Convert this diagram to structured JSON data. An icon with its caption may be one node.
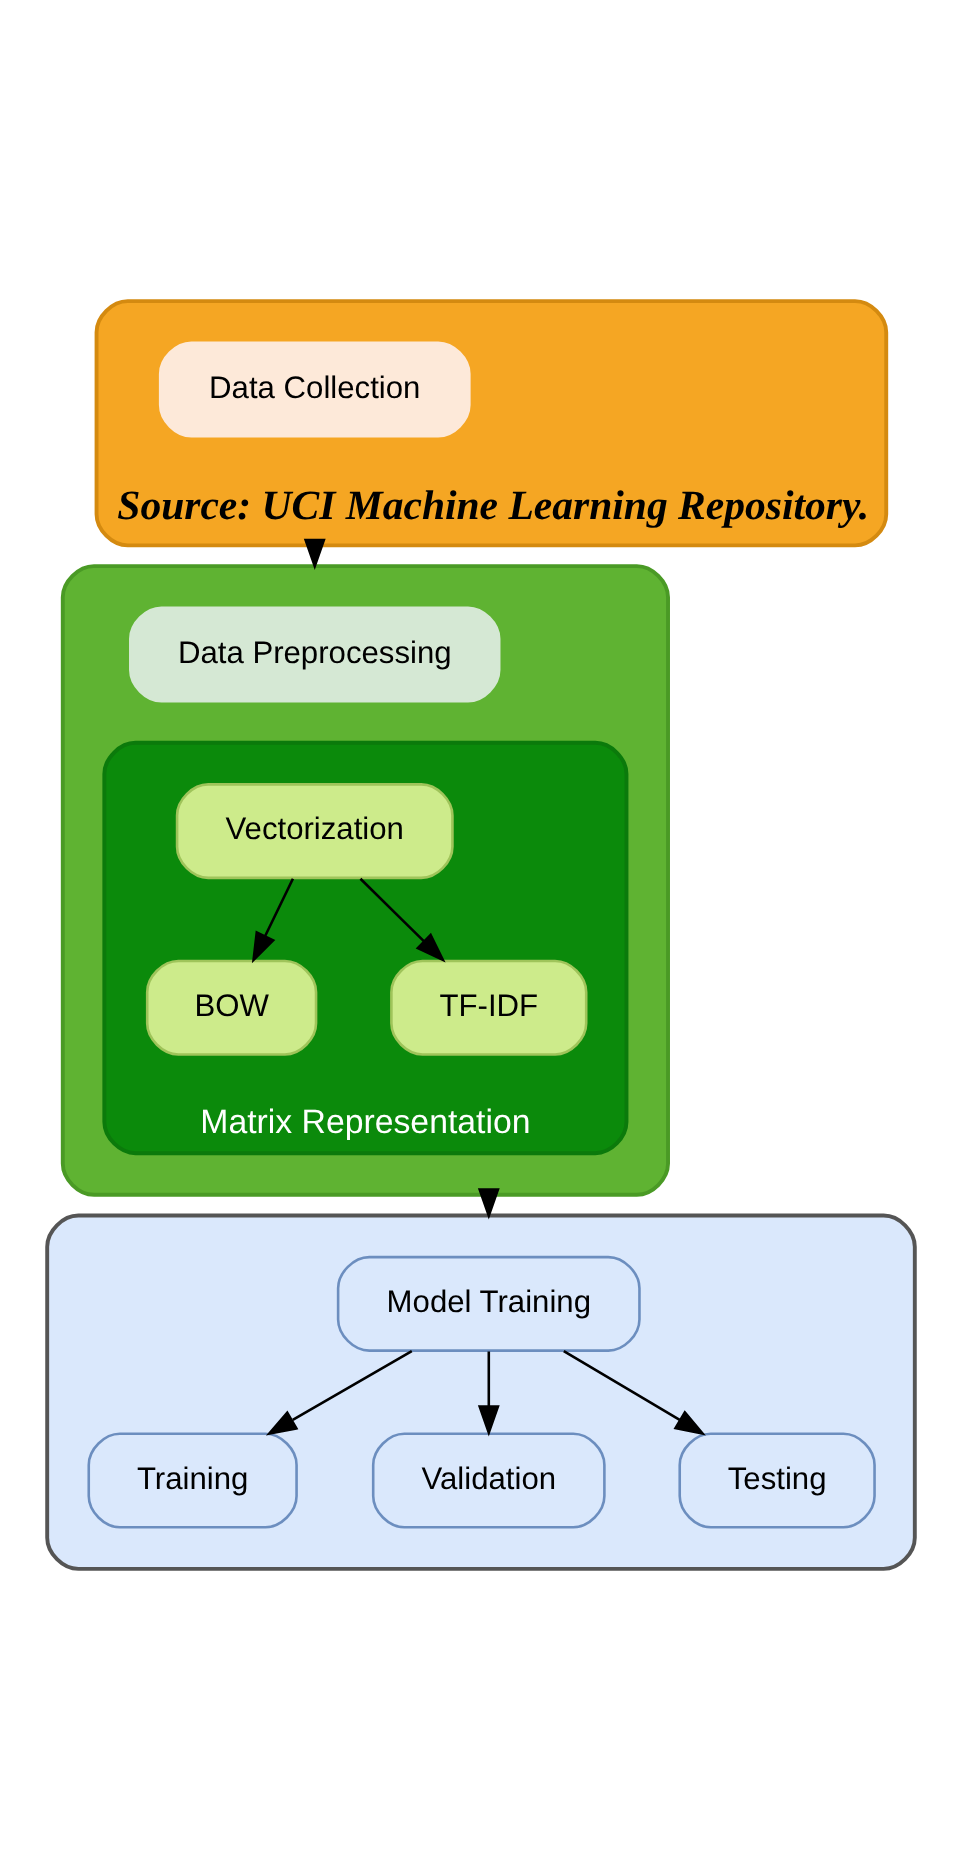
{
  "diagram": {
    "nodes": [
      {
        "text": [
          "Source: UCI Machine Learning Repository."
        ]
      },
      {
        "text": [
          "Data Collection"
        ],
        "in": 0
      },
      {
        "text": [],
        "shape": "box"
      },
      {
        "text": [
          "Data Preprocessing"
        ],
        "in": 2
      },
      {
        "text": [
          "Matrix Representation"
        ],
        "in": 2
      },
      {
        "text": [
          "Vectorization"
        ],
        "in": 4
      },
      {
        "text": [
          "BOW"
        ],
        "in": 4
      },
      {
        "text": [
          "TF-IDF"
        ],
        "in": 4
      },
      {
        "text": [],
        "shape": "box"
      },
      {
        "text": [
          "Model Training"
        ],
        "in": 8
      },
      {
        "text": [
          "Training"
        ],
        "in": 8
      },
      {
        "text": [
          "Validation"
        ],
        "in": 8
      },
      {
        "text": [
          "Testing"
        ],
        "in": 8
      }
    ],
    "edges": [
      {
        "from": 0,
        "to": 2,
        "arrow": "to"
      },
      {
        "from": 5,
        "to": 6,
        "arrow": "to"
      },
      {
        "from": 5,
        "to": 7,
        "arrow": "to"
      },
      {
        "from": 2,
        "to": 8,
        "arrow": "to"
      },
      {
        "from": 9,
        "to": 10,
        "arrow": "to"
      },
      {
        "from": 9,
        "to": 11,
        "arrow": "to"
      },
      {
        "from": 9,
        "to": 12,
        "arrow": "to"
      }
    ]
  }
}
